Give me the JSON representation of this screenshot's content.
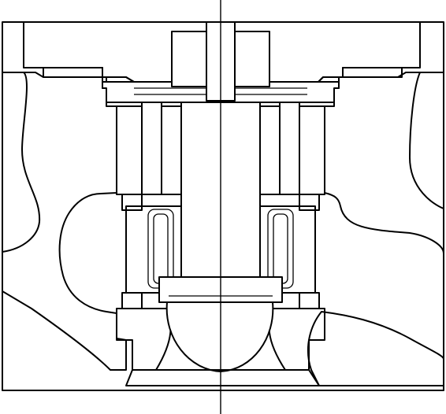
{
  "drawing": {
    "kind": "valve-cross-section",
    "colors": {
      "line": "#000000",
      "background": "#ffffff"
    },
    "hatch": {
      "angle_deg": 45,
      "pattern": "diagonal"
    }
  }
}
